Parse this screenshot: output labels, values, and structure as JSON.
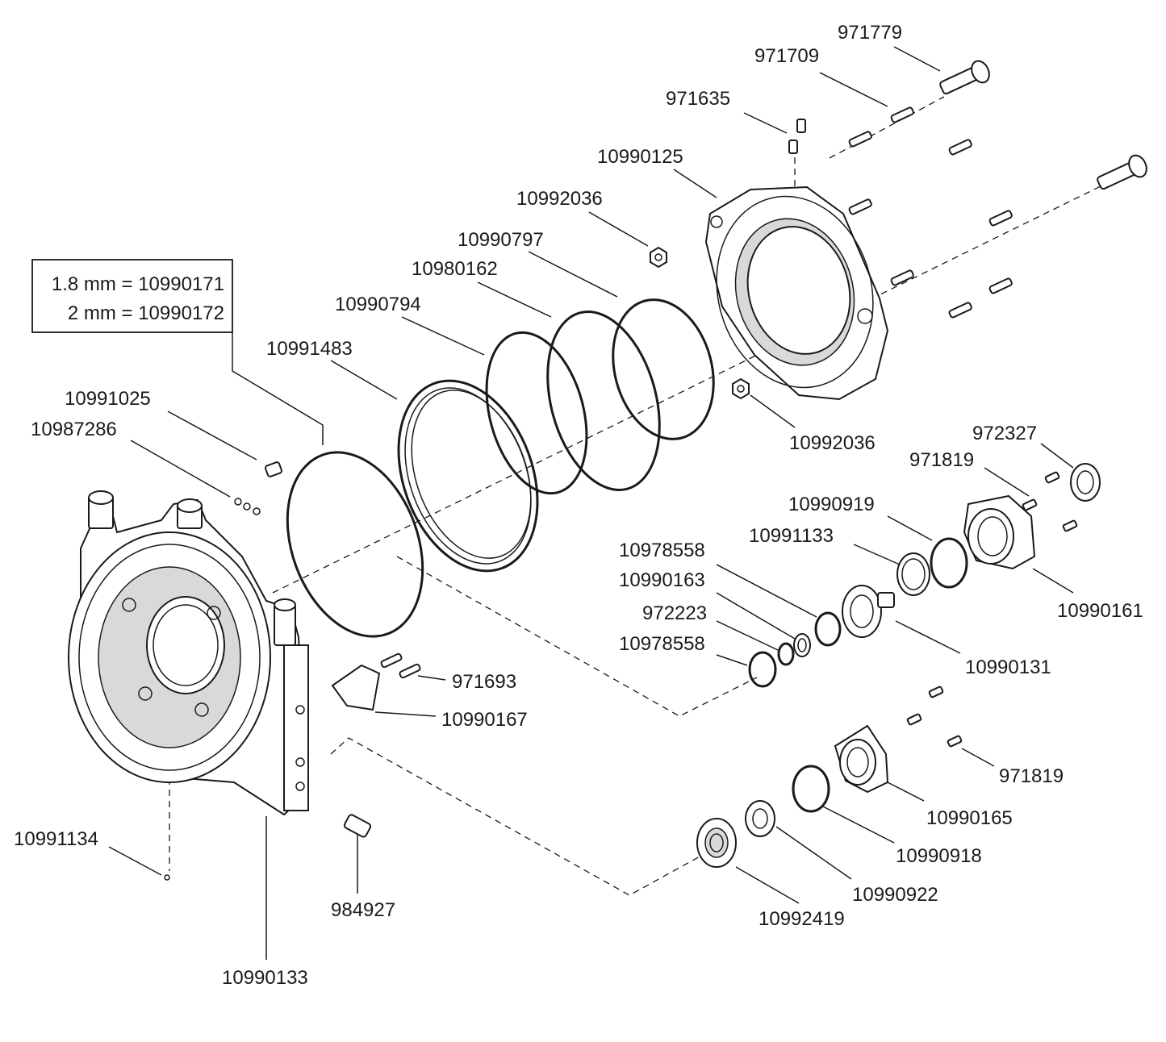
{
  "callout_box": {
    "line1": "1.8 mm = 10990171",
    "line2": "2 mm = 10990172"
  },
  "labels": {
    "p971779": "971779",
    "p971709": "971709",
    "p971635": "971635",
    "p10990125": "10990125",
    "p10992036_top": "10992036",
    "p10990797": "10990797",
    "p10980162": "10980162",
    "p10990794": "10990794",
    "p10991483": "10991483",
    "p10991025": "10991025",
    "p10987286": "10987286",
    "p10992036_right": "10992036",
    "p972327": "972327",
    "p971819_top": "971819",
    "p10990919": "10990919",
    "p10991133": "10991133",
    "p10978558_a": "10978558",
    "p10990163": "10990163",
    "p972223": "972223",
    "p10978558_b": "10978558",
    "p10990161": "10990161",
    "p10990131": "10990131",
    "p971693": "971693",
    "p10990167": "10990167",
    "p971819_bottom": "971819",
    "p10990165": "10990165",
    "p10990918": "10990918",
    "p10990922": "10990922",
    "p10992419": "10992419",
    "p10991134": "10991134",
    "p984927": "984927",
    "p10990133": "10990133"
  }
}
